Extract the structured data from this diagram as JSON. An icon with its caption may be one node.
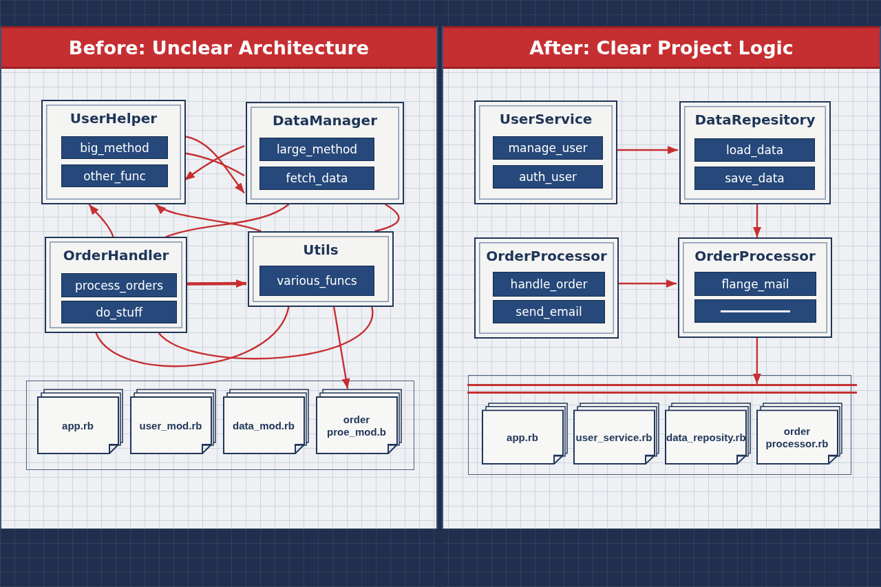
{
  "diagram": {
    "nodes": [
      {
        "text": [
          "Before: Unclear Architecture"
        ]
      },
      {
        "text": [
          "UserHelper"
        ],
        "in": 0
      },
      {
        "text": [
          "big_method"
        ],
        "in": 1
      },
      {
        "text": [
          "other_func"
        ],
        "in": 1
      },
      {
        "text": [
          "DataManager"
        ],
        "in": 0
      },
      {
        "text": [
          "large_method"
        ],
        "in": 4
      },
      {
        "text": [
          "fetch_data"
        ],
        "in": 4
      },
      {
        "text": [
          "OrderHandler"
        ],
        "in": 0
      },
      {
        "text": [
          "process_orders"
        ],
        "in": 7
      },
      {
        "text": [
          "do_stuff"
        ],
        "in": 7
      },
      {
        "text": [
          "Utils"
        ],
        "in": 0
      },
      {
        "text": [
          "various_funcs"
        ],
        "in": 10
      },
      {
        "text": [
          "app.rb"
        ],
        "in": 0
      },
      {
        "text": [
          "user_mod.rb"
        ],
        "in": 0
      },
      {
        "text": [
          "data_mod.rb"
        ],
        "in": 0
      },
      {
        "text": [
          "order proe_mod.b"
        ],
        "in": 0
      },
      {
        "text": [
          "After: Clear Project Logic"
        ]
      },
      {
        "text": [
          "UserService"
        ],
        "in": 16
      },
      {
        "text": [
          "manage_user"
        ],
        "in": 17
      },
      {
        "text": [
          "auth_user"
        ],
        "in": 17
      },
      {
        "text": [
          "DataRepesitory"
        ],
        "in": 16
      },
      {
        "text": [
          "load_data"
        ],
        "in": 20
      },
      {
        "text": [
          "save_data"
        ],
        "in": 20
      },
      {
        "text": [
          "OrderProcessor"
        ],
        "in": 16
      },
      {
        "text": [
          "handle_order"
        ],
        "in": 23
      },
      {
        "text": [
          "send_email"
        ],
        "in": 23
      },
      {
        "text": [
          "OrderProcessor"
        ],
        "in": 16
      },
      {
        "text": [
          "flange_mail"
        ],
        "in": 26
      },
      {
        "text": [],
        "shape": "box",
        "in": 26
      },
      {
        "text": [],
        "shape": "bar",
        "in": 16
      },
      {
        "text": [
          "app.rb"
        ],
        "in": 16
      },
      {
        "text": [
          "user_service.rb"
        ],
        "in": 16
      },
      {
        "text": [
          "data_reposity.rb"
        ],
        "in": 16
      },
      {
        "text": [
          "order processor.rb"
        ],
        "in": 16
      }
    ],
    "edges": [
      {
        "from": 1,
        "to": 4,
        "arrow": "to"
      },
      {
        "from": 4,
        "to": 1,
        "arrow": "to"
      },
      {
        "from": 1,
        "to": 4,
        "arrow": "none"
      },
      {
        "from": 7,
        "to": 1,
        "arrow": "to"
      },
      {
        "from": 10,
        "to": 1,
        "arrow": "to"
      },
      {
        "from": 4,
        "to": 7,
        "arrow": "none"
      },
      {
        "from": 4,
        "to": 10,
        "arrow": "none"
      },
      {
        "from": 7,
        "to": 10,
        "arrow": "to",
        "style": "thick"
      },
      {
        "from": 7,
        "to": 10,
        "arrow": "none"
      },
      {
        "from": 10,
        "to": 7,
        "arrow": "none"
      },
      {
        "from": 10,
        "to": 15,
        "arrow": "to"
      },
      {
        "from": 17,
        "to": 20,
        "arrow": "to"
      },
      {
        "from": 20,
        "to": 26,
        "arrow": "to"
      },
      {
        "from": 23,
        "to": 26,
        "arrow": "to"
      },
      {
        "from": 26,
        "to": 29,
        "arrow": "to"
      }
    ]
  }
}
